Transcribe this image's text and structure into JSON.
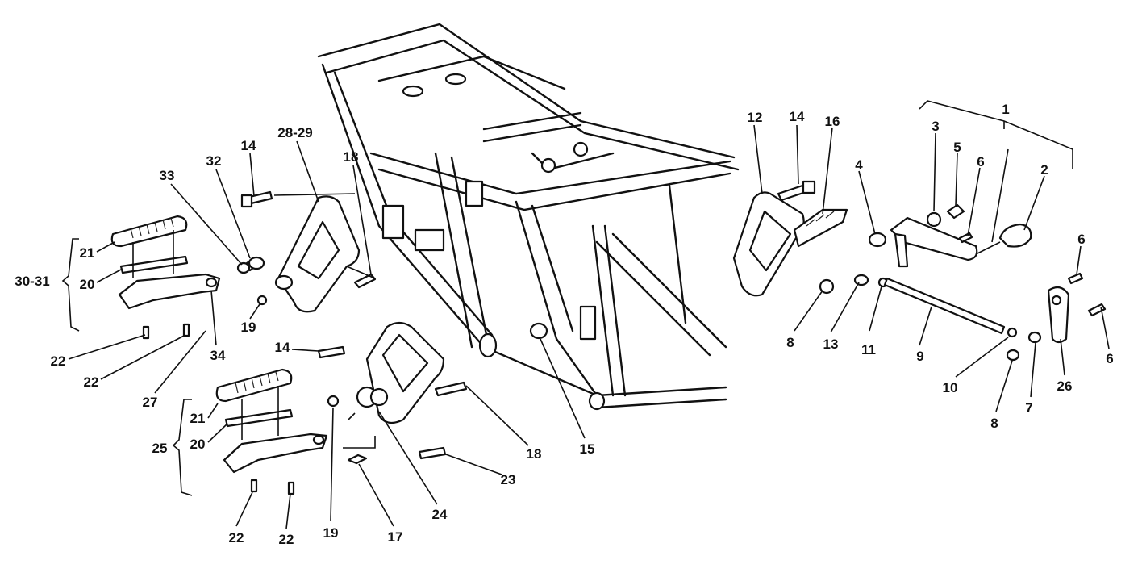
{
  "diagram": {
    "title_visible": false,
    "callouts": {
      "c1": "1",
      "c2": "2",
      "c3": "3",
      "c4": "4",
      "c5": "5",
      "c6a": "6",
      "c6b": "6",
      "c6c": "6",
      "c7": "7",
      "c8a": "8",
      "c8b": "8",
      "c9": "9",
      "c10": "10",
      "c11": "11",
      "c12": "12",
      "c13": "13",
      "c14a": "14",
      "c14b": "14",
      "c14c": "14",
      "c15": "15",
      "c16": "16",
      "c17": "17",
      "c18a": "18",
      "c18b": "18",
      "c19a": "19",
      "c19b": "19",
      "c20a": "20",
      "c20b": "20",
      "c21a": "21",
      "c21b": "21",
      "c22a": "22",
      "c22b": "22",
      "c22c": "22",
      "c22d": "22",
      "c23": "23",
      "c24": "24",
      "c25": "25",
      "c26": "26",
      "c27": "27",
      "c2829": "28-29",
      "c3031": "30-31",
      "c32": "32",
      "c33": "33",
      "c34": "34"
    }
  }
}
